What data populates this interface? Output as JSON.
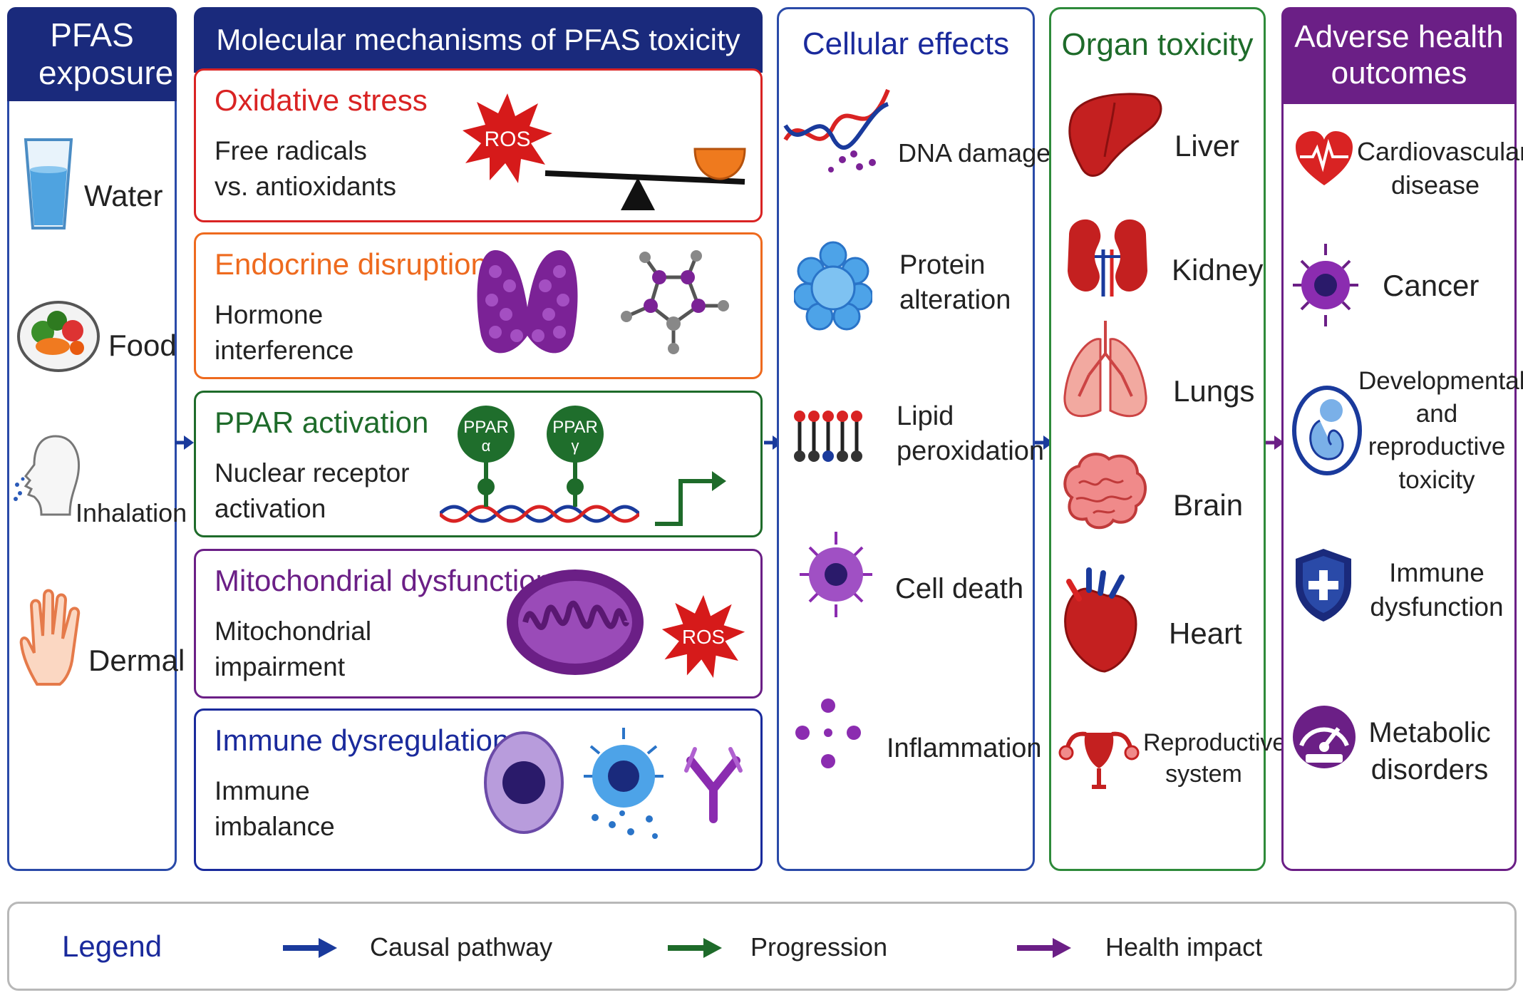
{
  "columns": {
    "exposure": {
      "title": "PFAS exposure",
      "items": [
        "Water",
        "Food",
        "Inhalation",
        "Dermal"
      ]
    },
    "mechanisms": {
      "title": "Molecular mechanisms of PFAS toxicity",
      "cards": [
        {
          "title": "Oxidative stress",
          "sub1": "Free radicals",
          "sub2": "vs. antioxidants",
          "badge": "ROS"
        },
        {
          "title": "Endocrine disruption",
          "sub1": "Hormone",
          "sub2": "interference"
        },
        {
          "title": "PPAR activation",
          "sub1": "Nuclear receptor",
          "sub2": "activation",
          "receptor1": "PPAR",
          "receptor1_sym": "α",
          "receptor2": "PPAR",
          "receptor2_sym": "γ"
        },
        {
          "title": "Mitochondrial dysfunction",
          "sub1": "Mitochondrial",
          "sub2": "impairment",
          "badge": "ROS"
        },
        {
          "title": "Immune dysregulation",
          "sub1": "Immune",
          "sub2": "imbalance"
        }
      ]
    },
    "cellular": {
      "title": "Cellular effects",
      "items": [
        "DNA damage",
        "Protein",
        "alteration",
        "Lipid",
        "peroxidation",
        "Cell death",
        "Inflammation"
      ]
    },
    "organ": {
      "title": "Organ toxicity",
      "items": [
        "Liver",
        "Kidney",
        "Lungs",
        "Brain",
        "Heart",
        "Reproductive",
        "system"
      ]
    },
    "outcomes": {
      "title1": "Adverse health",
      "title2": "outcomes",
      "items": [
        "Cardiovascular",
        "disease",
        "Cancer",
        "Developmental",
        "and",
        "reproductive",
        "toxicity",
        "Immune",
        "dysfunction",
        "Metabolic",
        "disorders"
      ]
    }
  },
  "legend": {
    "title": "Legend",
    "items": [
      "Causal pathway",
      "Progression",
      "Health impact"
    ]
  },
  "colors": {
    "navy": "#1a2a7c",
    "green": "#1e6b2a",
    "purple": "#6b1f86",
    "red": "#d92323",
    "orange": "#ee6a1e"
  }
}
